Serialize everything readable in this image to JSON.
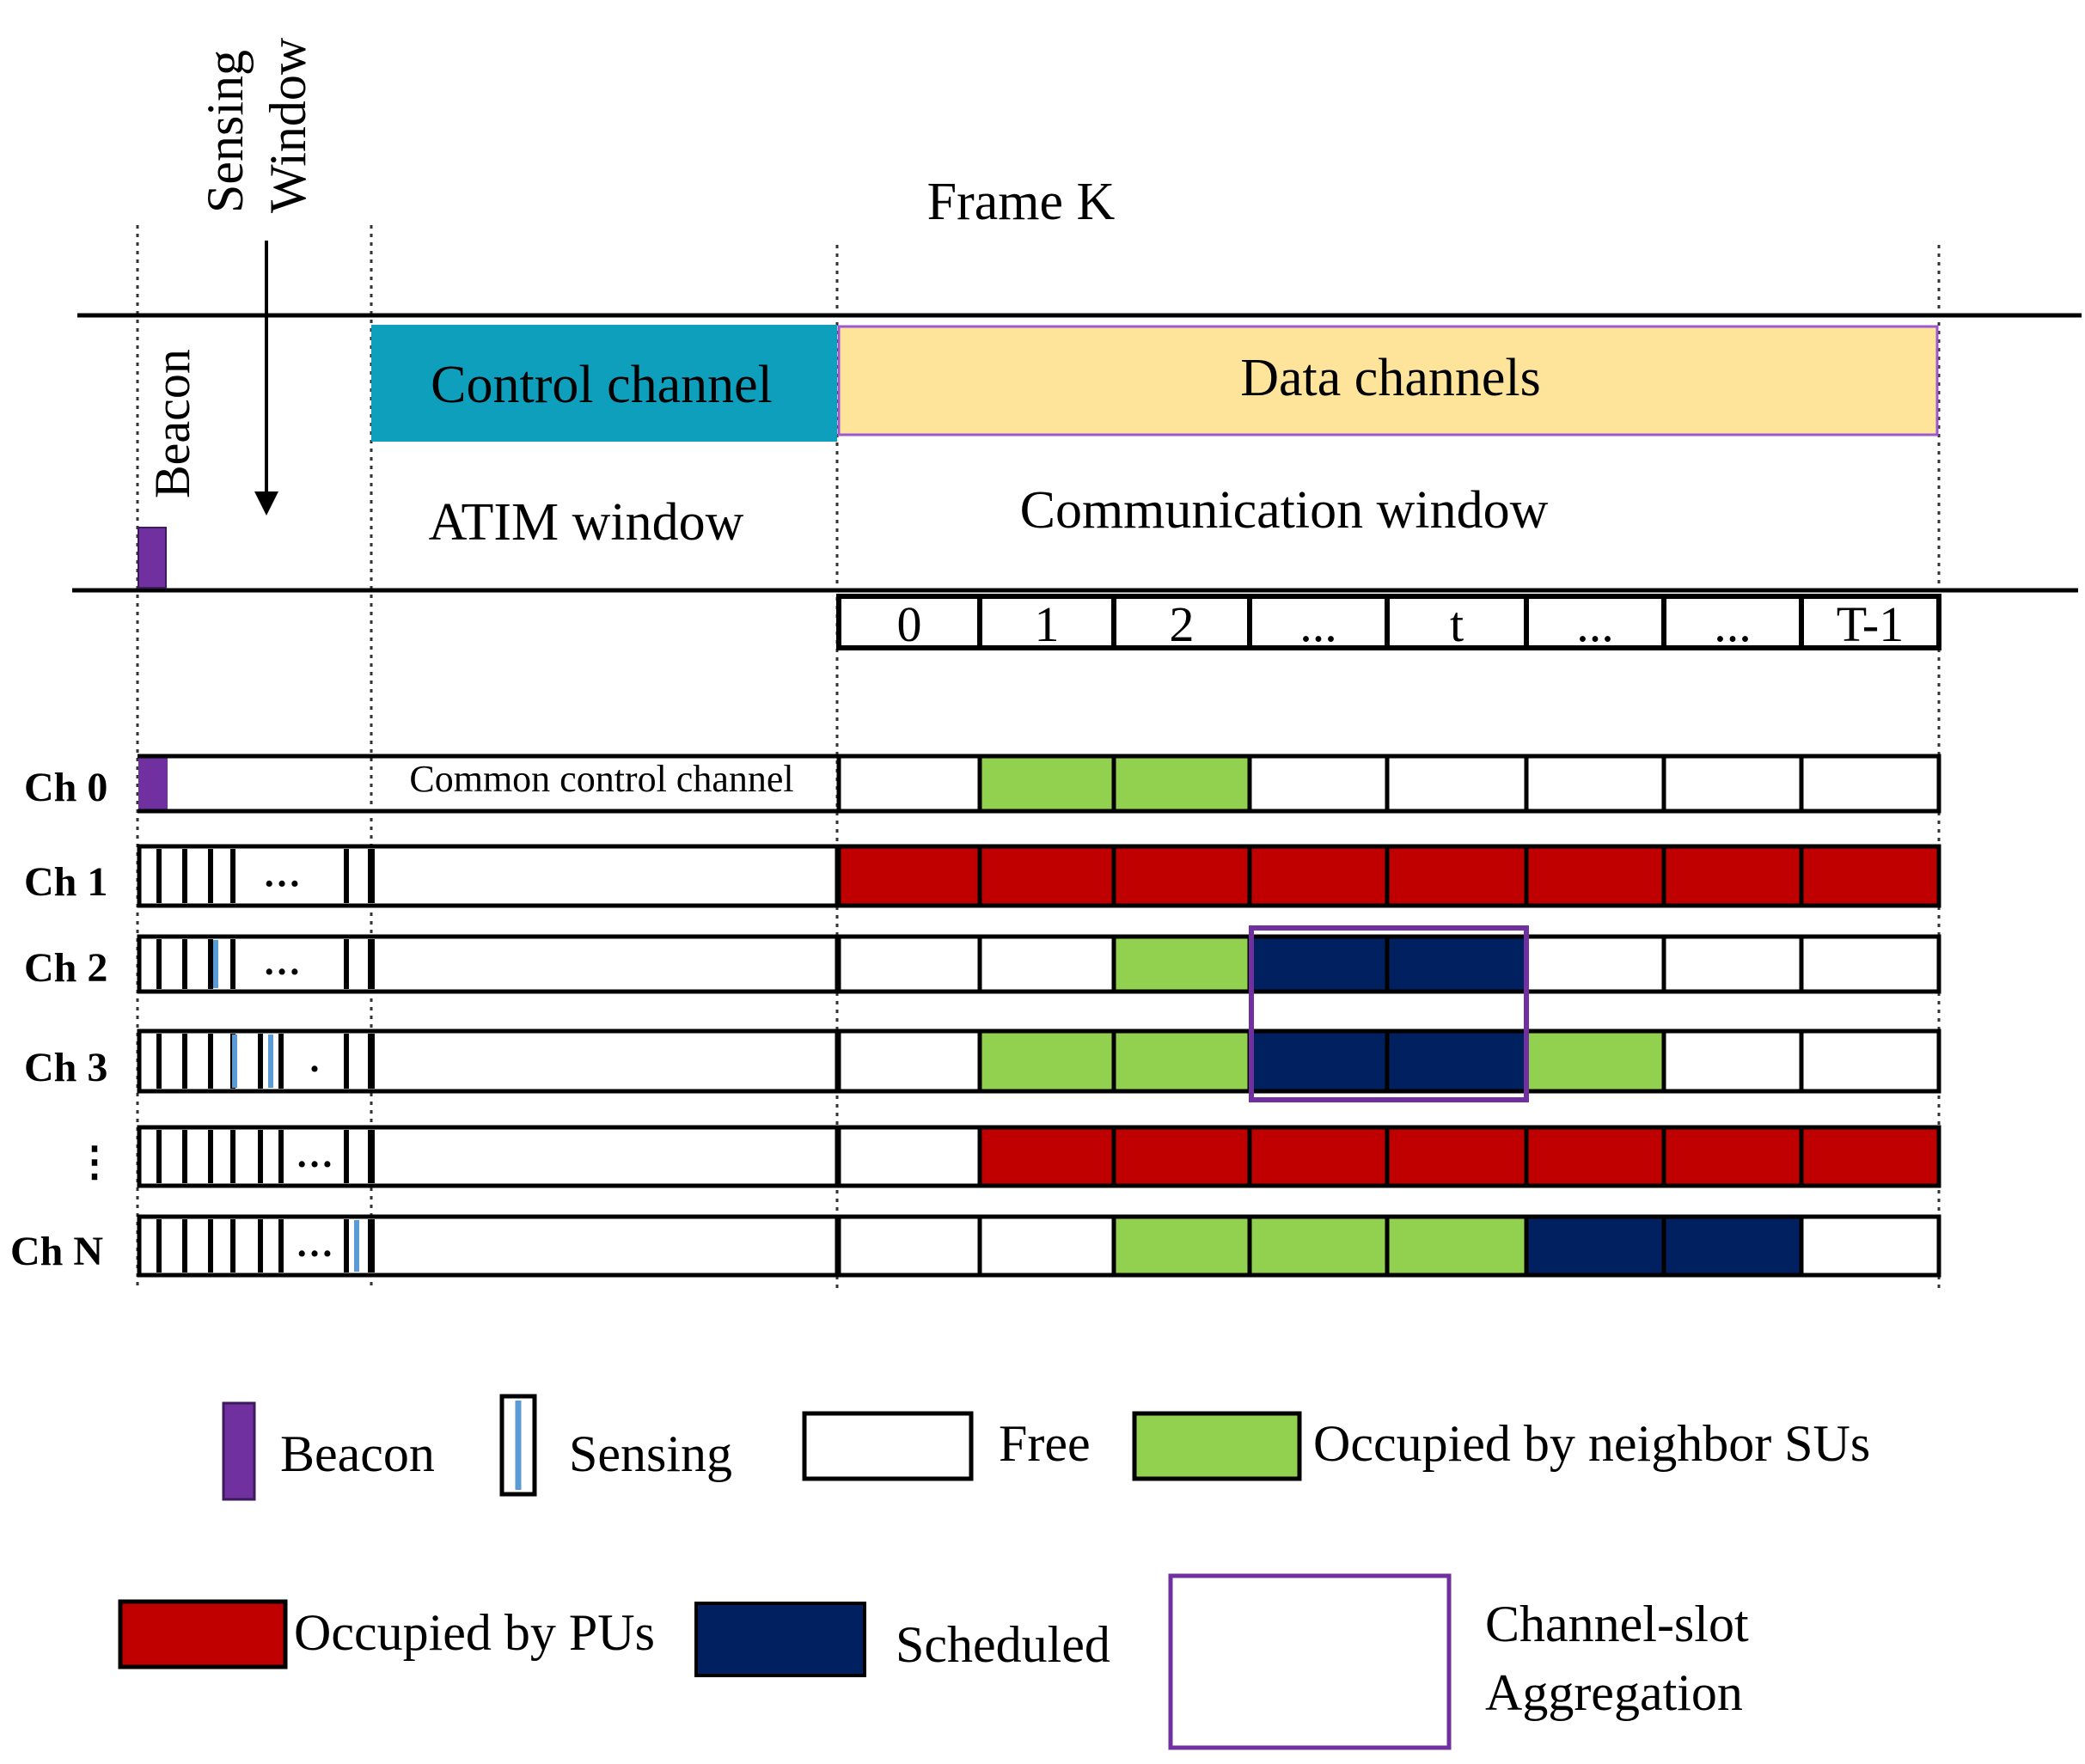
{
  "header": {
    "frame_title": "Frame K",
    "sensing_window_lines": [
      "Sensing",
      "Window"
    ],
    "beacon_label": "Beacon",
    "control_channel_label": "Control channel",
    "data_channels_label": "Data channels",
    "atim_window_label": "ATIM window",
    "communication_window_label": "Communication window",
    "common_control_channel_label": "Common control channel"
  },
  "slot_labels": [
    "0",
    "1",
    "2",
    "...",
    "t",
    "...",
    "...",
    "T-1"
  ],
  "channels": [
    {
      "label": "Ch 0",
      "slots": [
        "free",
        "neighbor",
        "neighbor",
        "free",
        "free",
        "free",
        "free",
        "free"
      ]
    },
    {
      "label": "Ch 1",
      "slots": [
        "pu",
        "pu",
        "pu",
        "pu",
        "pu",
        "pu",
        "pu",
        "pu"
      ]
    },
    {
      "label": "Ch 2",
      "slots": [
        "free",
        "free",
        "neighbor",
        "scheduled",
        "scheduled",
        "free",
        "free",
        "free"
      ]
    },
    {
      "label": "Ch 3",
      "slots": [
        "free",
        "neighbor",
        "neighbor",
        "scheduled",
        "scheduled",
        "neighbor",
        "free",
        "free"
      ]
    },
    {
      "label": "⋮",
      "slots": [
        "free",
        "pu",
        "pu",
        "pu",
        "pu",
        "pu",
        "pu",
        "pu"
      ]
    },
    {
      "label": "Ch  N",
      "slots": [
        "free",
        "free",
        "neighbor",
        "neighbor",
        "neighbor",
        "scheduled",
        "scheduled",
        "free"
      ]
    }
  ],
  "sensing_dots": [
    "…",
    "…",
    "…",
    ".",
    "…",
    "…"
  ],
  "legend": {
    "beacon": "Beacon",
    "sensing": "Sensing",
    "free": "Free",
    "neighbor": "Occupied by neighbor SUs",
    "pu": "Occupied by PUs",
    "scheduled": "Scheduled",
    "aggregation_lines": [
      "Channel-slot",
      "Aggregation"
    ]
  },
  "colors": {
    "beacon": "#7030a0",
    "control": "#0e9fbd",
    "data": "#fde49a",
    "data_border": "#9b59d0",
    "free": "#ffffff",
    "neighbor": "#92d050",
    "pu": "#c00000",
    "scheduled": "#002060",
    "sensing": "#5b9bd5",
    "aggregation": "#7030a0"
  }
}
